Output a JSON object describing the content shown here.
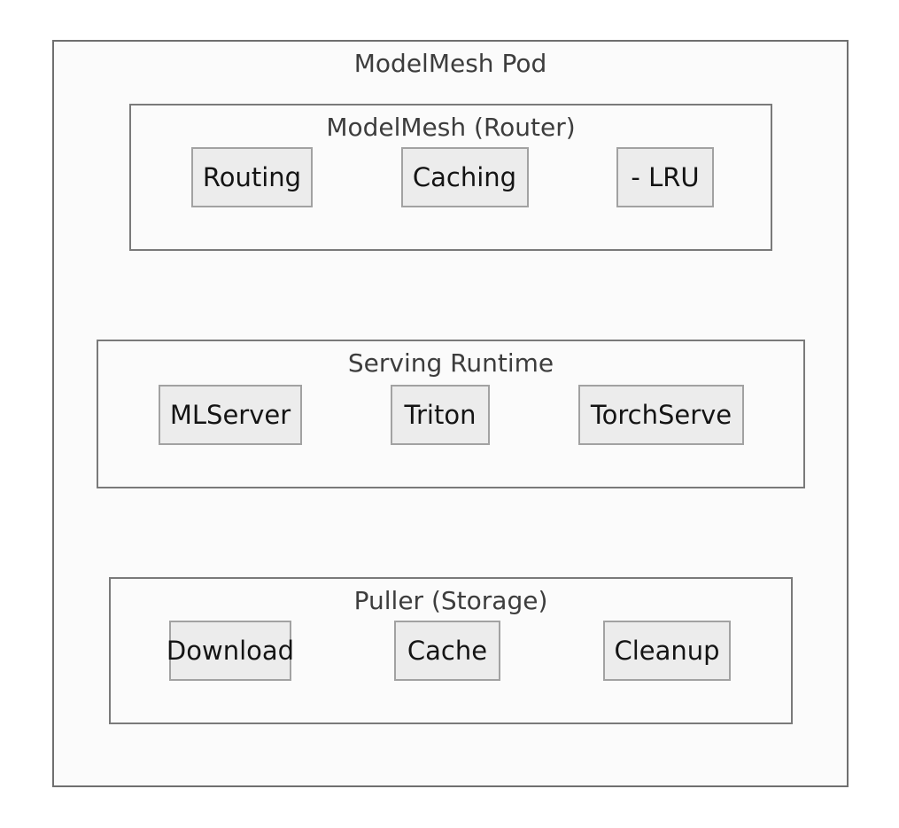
{
  "diagram": {
    "title": "ModelMesh Pod",
    "sections": [
      {
        "id": "modelmesh-router",
        "title": "ModelMesh (Router)",
        "chips": [
          "Routing",
          "Caching",
          "- LRU"
        ]
      },
      {
        "id": "serving-runtime",
        "title": "Serving Runtime",
        "chips": [
          "MLServer",
          "Triton",
          "TorchServe"
        ]
      },
      {
        "id": "puller-storage",
        "title": "Puller (Storage)",
        "chips": [
          "Download",
          "Cache",
          "Cleanup"
        ]
      }
    ],
    "colors": {
      "page_background": "#ffffff",
      "box_fill": "#fbfbfb",
      "outer_border": "#6f6f6f",
      "section_border": "#7a7a7a",
      "chip_fill": "#ececec",
      "chip_border": "#a2a2a2",
      "title_text": "#3d3d3d",
      "chip_text": "#141414"
    }
  }
}
